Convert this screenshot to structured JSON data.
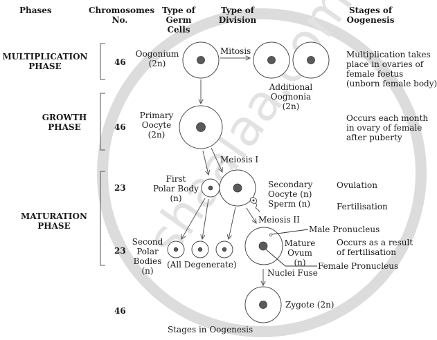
{
  "headers": {
    "phases": "Phases",
    "chromosomes": [
      "Chromosomes",
      "No."
    ],
    "germ_cells": [
      "Type of",
      "Germ",
      "Cells"
    ],
    "division": [
      "Type of",
      "Division"
    ],
    "stages": [
      "Stages of",
      "Oogenesis"
    ]
  },
  "phases": [
    {
      "name": [
        "MULTIPLICATION",
        "PHASE"
      ],
      "chromosomes": "46"
    },
    {
      "name": [
        "GROWTH",
        "PHASE"
      ],
      "chromosomes": "46"
    },
    {
      "name": [
        "MATURATION",
        "PHASE"
      ],
      "chromosomes": [
        "23",
        "23"
      ]
    }
  ],
  "zygote_chromosomes": "46",
  "cells": {
    "oogonium": [
      "Oogonium",
      "(2n)"
    ],
    "additional_oogonia": [
      "Additional",
      "Oognonia",
      "(2n)"
    ],
    "primary_oocyte": [
      "Primary",
      "Oocyte",
      "(2n)"
    ],
    "first_polar_body": [
      "First",
      "Polar Body",
      "(n)"
    ],
    "secondary_oocyte": [
      "Secondary",
      "Oocyte (n)",
      "Sperm (n)"
    ],
    "second_polar_bodies": [
      "Second",
      "Polar",
      "Bodies",
      "(n)"
    ],
    "degenerate": "(All Degenerate)",
    "mature_ovum": [
      "Mature",
      "Ovum",
      "(n)"
    ],
    "male_pronucleus": "Male Pronucleus",
    "female_pronucleus": "Female Pronucleus",
    "zygote": "Zygote (2n)"
  },
  "divisions": {
    "mitosis": "Mitosis",
    "meiosis_1": "Meiosis I",
    "meiosis_2": "Meiosis II",
    "nuclei_fuse": "Nuclei Fuse"
  },
  "stage_notes": {
    "multiplication": [
      "Multiplication takes",
      "place in ovaries of",
      "female foetus",
      "(unborn female body)"
    ],
    "growth": [
      "Occurs each month",
      "in ovary of female",
      "after puberty"
    ],
    "ovulation": "Ovulation",
    "fertilisation": "Fertilisation",
    "fertilisation_result": [
      "Occurs as a result",
      "of fertilisation"
    ]
  },
  "caption": "Stages in Oogenesis",
  "watermark": "shaalaa.com"
}
